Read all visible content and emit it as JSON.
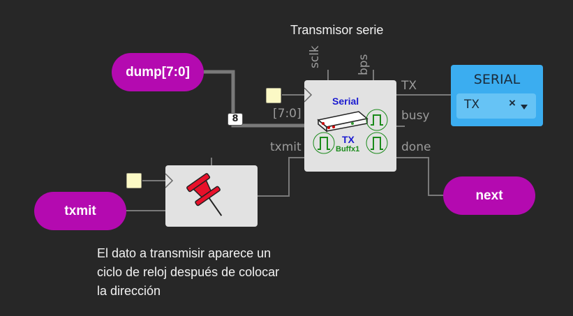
{
  "title": "Transmisor serie",
  "inputs": {
    "dump": "dump[7:0]",
    "txmit": "txmit"
  },
  "outputs": {
    "next": "next"
  },
  "bus_width": "8",
  "serial_block": {
    "header": "Serial",
    "tx_label": "TX",
    "sub_label": "Buffx1",
    "ports_top": [
      "sclk",
      "bps"
    ],
    "port_left_data": "[7:0]",
    "port_left_txmit": "txmit",
    "ports_right": [
      "TX",
      "busy",
      "done"
    ]
  },
  "serial_device": {
    "title": "SERIAL",
    "selected": "TX",
    "clear_icon": "×"
  },
  "note": [
    "El dato a transmisir aparece un",
    "ciclo de reloj después de colocar",
    "la dirección"
  ],
  "icons": {
    "pin": "pushpin-icon",
    "serial": "serial-device-icon"
  },
  "colors": {
    "background": "#272727",
    "pill": "#b40ab0",
    "block": "#e2e2e2",
    "wire": "#7a7a7a",
    "serial_panel": "#3badf0"
  }
}
